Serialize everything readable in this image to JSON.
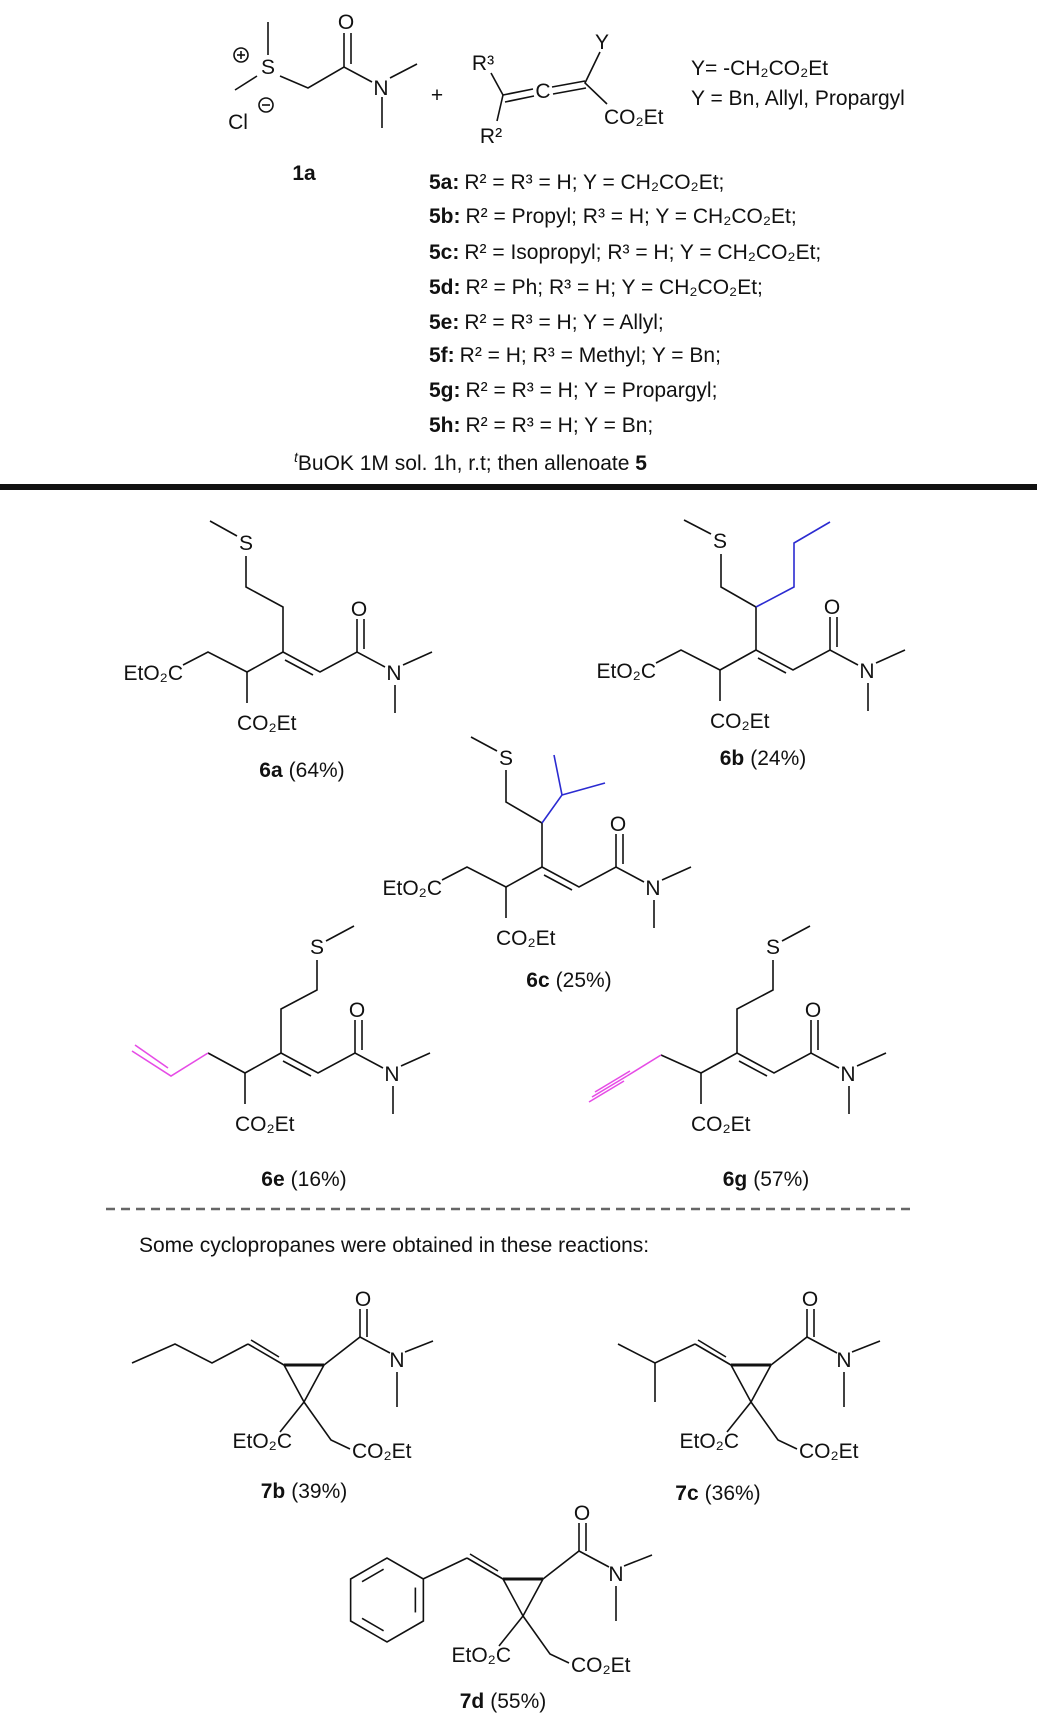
{
  "reactant_1a": {
    "label": "1a",
    "S": "S",
    "O": "O",
    "N": "N",
    "Cl": "Cl"
  },
  "plus_sign": "+",
  "allenoate": {
    "R3": "R³",
    "R2": "R²",
    "Y": "Y",
    "C": "C",
    "ester": "CO₂Et"
  },
  "y_definitions": [
    "Y=  -CH₂CO₂Et",
    "Y = Bn, Allyl, Propargyl"
  ],
  "substrates": [
    {
      "id": "5a:",
      "desc": "R² = R³ = H; Y = CH₂CO₂Et;"
    },
    {
      "id": "5b:",
      "desc": "R² = Propyl; R³ = H; Y = CH₂CO₂Et;"
    },
    {
      "id": "5c:",
      "desc": "R² = Isopropyl; R³ = H; Y = CH₂CO₂Et;"
    },
    {
      "id": "5d:",
      "desc": "R² = Ph; R³ = H; Y = CH₂CO₂Et;"
    },
    {
      "id": "5e:",
      "desc": "R² = R³ = H; Y = Allyl;"
    },
    {
      "id": "5f:",
      "desc": "R² = H; R³ = Methyl; Y = Bn;"
    },
    {
      "id": "5g:",
      "desc": "R² = R³ = H; Y = Propargyl;"
    },
    {
      "id": "5h:",
      "desc": "R² = R³ = H; Y = Bn;"
    }
  ],
  "conditions": {
    "sup": "t",
    "text": "BuOK 1M sol. 1h, r.t; then allenoate ",
    "bold": "5"
  },
  "atoms": {
    "S": "S",
    "N": "N",
    "O": "O",
    "ester_right": "CO₂Et",
    "ester_left": "EtO₂C"
  },
  "products": [
    {
      "id": "6a",
      "yield": "(64%)"
    },
    {
      "id": "6b",
      "yield": "(24%)"
    },
    {
      "id": "6c",
      "yield": "(25%)"
    },
    {
      "id": "6e",
      "yield": "(16%)"
    },
    {
      "id": "6g",
      "yield": "(57%)"
    }
  ],
  "cyclopropanes_note": "Some cyclopropanes were obtained in these reactions:",
  "cyclopropanes": [
    {
      "id": "7b",
      "yield": "(39%)"
    },
    {
      "id": "7c",
      "yield": "(36%)"
    },
    {
      "id": "7d",
      "yield": "(55%)"
    }
  ],
  "colors": {
    "ink": "#111111",
    "highlight_blue": "#2b2bd1",
    "highlight_magenta": "#e64ce6",
    "divider": "#111111",
    "dashed": "#666666"
  }
}
